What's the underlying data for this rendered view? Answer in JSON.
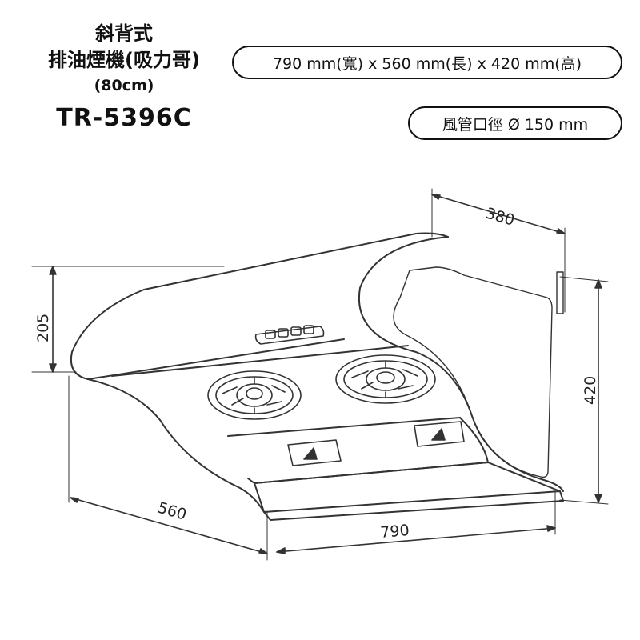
{
  "product": {
    "line1": "斜背式",
    "line2": "排油煙機(吸力哥)",
    "line3": "(80cm)",
    "model": "TR-5396C"
  },
  "specs": {
    "dimensions": "790 mm(寬) x 560 mm(長) x 420 mm(高)",
    "duct": "風管口徑 Ø 150 mm"
  },
  "drawing": {
    "dim_depth_top": "380",
    "dim_height_front": "205",
    "dim_height_total": "420",
    "dim_length": "560",
    "dim_width": "790"
  }
}
